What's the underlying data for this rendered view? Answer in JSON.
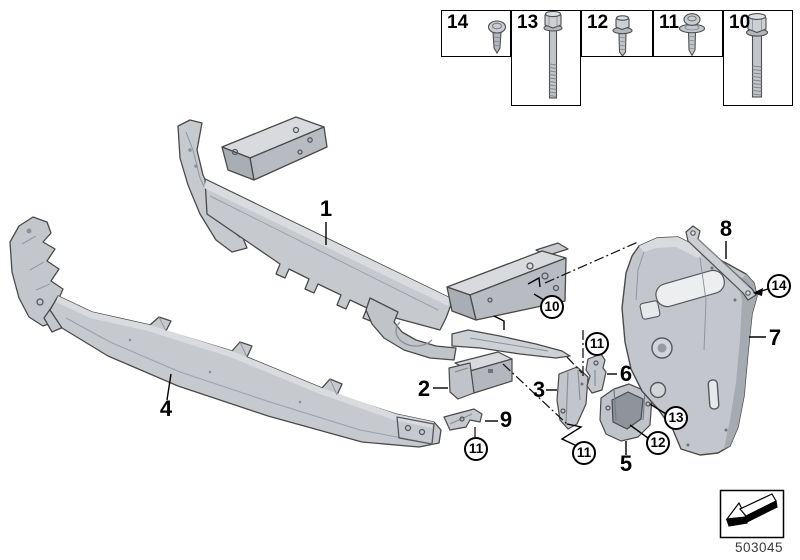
{
  "fastener_panel": {
    "cells": [
      {
        "label": "14",
        "screw": "pan-head-torx-screw",
        "tall": false
      },
      {
        "label": "13",
        "screw": "long-hex-flange-bolt",
        "tall": true
      },
      {
        "label": "12",
        "screw": "hex-flange-screw",
        "tall": false
      },
      {
        "label": "11",
        "screw": "torx-screw-with-cone-washer",
        "tall": false
      },
      {
        "label": "10",
        "screw": "long-hex-flange-bolt",
        "tall": true
      }
    ]
  },
  "callouts": {
    "plain": [
      {
        "label": "1"
      },
      {
        "label": "2"
      },
      {
        "label": "3"
      },
      {
        "label": "4"
      },
      {
        "label": "5"
      },
      {
        "label": "6"
      },
      {
        "label": "7"
      },
      {
        "label": "8"
      },
      {
        "label": "9"
      }
    ],
    "circled": [
      {
        "label": "10"
      },
      {
        "label": "11"
      },
      {
        "label": "11"
      },
      {
        "label": "11"
      },
      {
        "label": "12"
      },
      {
        "label": "13"
      },
      {
        "label": "14"
      }
    ]
  },
  "direction_box": {
    "icon": "view-direction-arrow-icon"
  },
  "footer": {
    "doc_number": "503045"
  },
  "colors": {
    "background": "#ffffff",
    "outline": "#4a4a4a",
    "part_fill": "#c6c9ce",
    "part_fill_light": "#d9dbde",
    "part_fill_dark": "#a6aab1",
    "callout_line": "#000000"
  }
}
